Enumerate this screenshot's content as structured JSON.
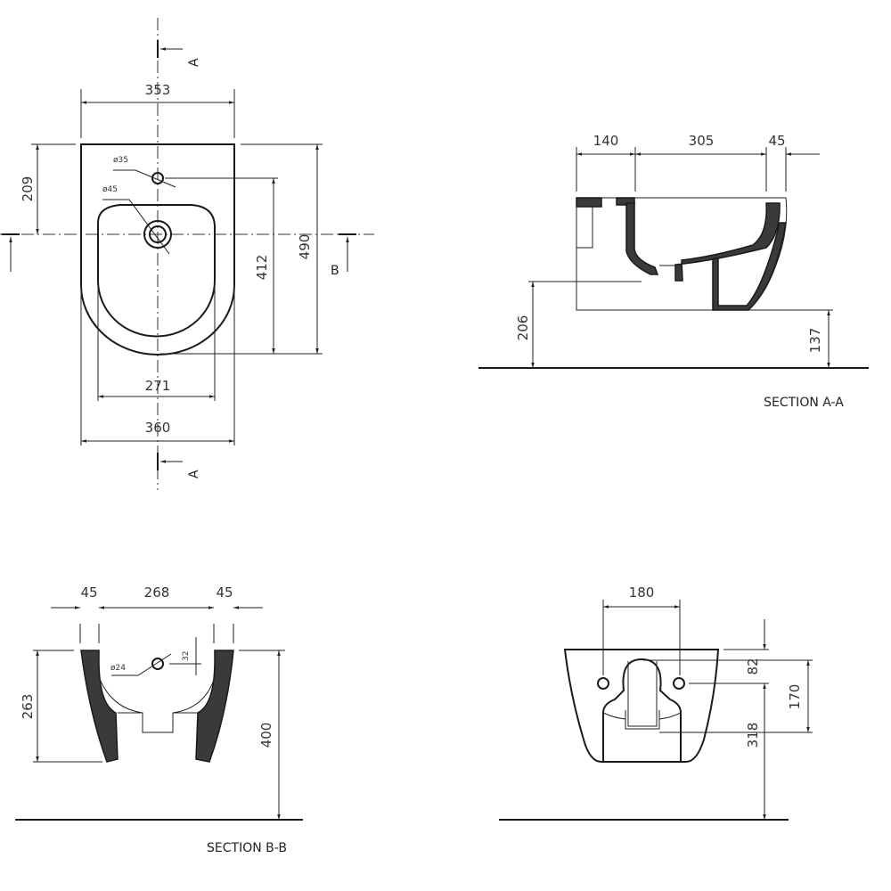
{
  "top_view": {
    "width_top": "353",
    "width_bottom": "360",
    "inner_width": "271",
    "dim_209": "209",
    "dim_412": "412",
    "dim_490": "490",
    "hole_small": "ø35",
    "hole_large": "ø45",
    "section_a": "A",
    "section_b": "B"
  },
  "section_aa": {
    "title": "SECTION A-A",
    "dim_140": "140",
    "dim_305": "305",
    "dim_45": "45",
    "dim_206": "206",
    "dim_137": "137"
  },
  "section_bb": {
    "title": "SECTION B-B",
    "dim_45_left": "45",
    "dim_268": "268",
    "dim_45_right": "45",
    "dim_263": "263",
    "dim_400": "400",
    "dim_32": "32",
    "hole": "ø24"
  },
  "back_view": {
    "dim_180": "180",
    "dim_82": "82",
    "dim_170": "170",
    "dim_318": "318"
  }
}
